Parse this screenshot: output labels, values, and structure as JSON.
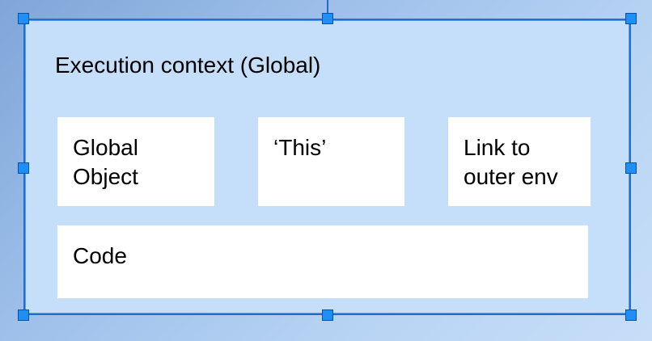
{
  "diagram": {
    "title": "Execution context (Global)",
    "boxes": {
      "global_object": "Global Object",
      "this": "‘This’",
      "link_outer_env": "Link to outer env",
      "code": "Code"
    }
  },
  "colors": {
    "frame_fill": "#c5dffa",
    "frame_border": "#1f6fd0",
    "handle_fill": "#1e90f5",
    "box_fill": "#ffffff"
  }
}
